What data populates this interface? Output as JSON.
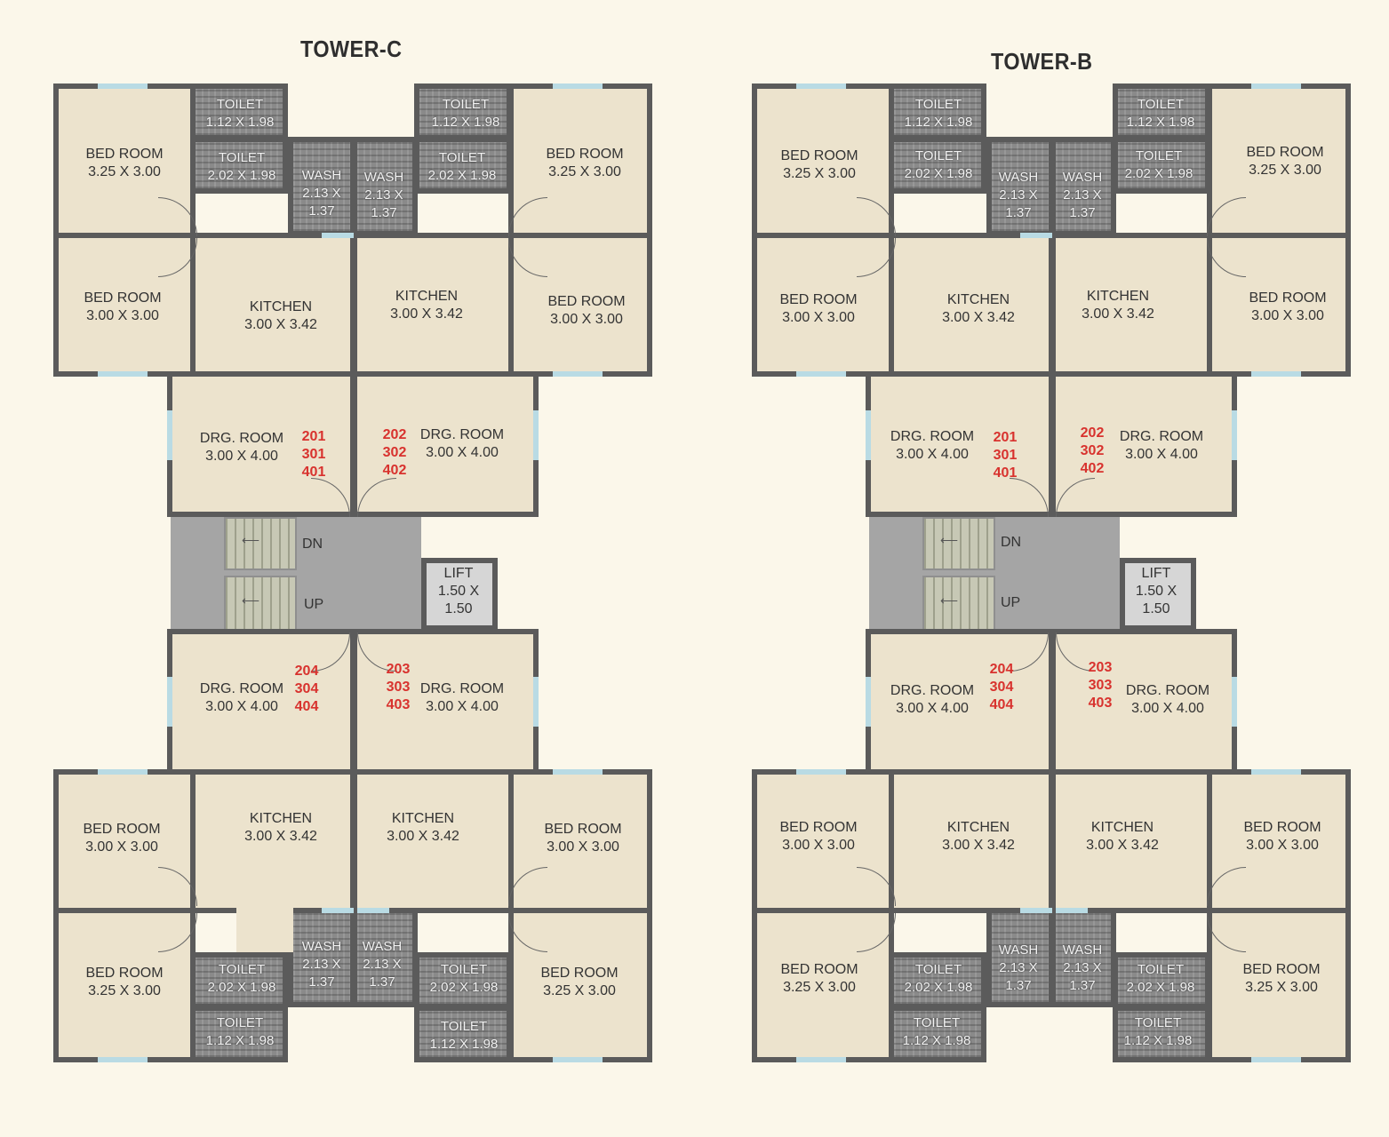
{
  "towers": [
    {
      "title": "TOWER-C",
      "units": {
        "top_left": [
          "201",
          "301",
          "401"
        ],
        "top_right": [
          "202",
          "302",
          "402"
        ],
        "bottom_left": [
          "204",
          "304",
          "404"
        ],
        "bottom_right": [
          "203",
          "303",
          "403"
        ]
      },
      "stairs": {
        "down": "DN",
        "up": "UP"
      },
      "lift": {
        "name": "LIFT",
        "dim1": "1.50 X",
        "dim2": "1.50"
      },
      "rooms": {
        "tl_toilet_small": {
          "name": "TOILET",
          "dim": "1.12 X 1.98"
        },
        "tl_toilet": {
          "name": "TOILET",
          "dim": "2.02 X 1.98"
        },
        "tl_wash": {
          "name": "WASH",
          "dim1": "2.13 X",
          "dim2": "1.37"
        },
        "tl_bed1": {
          "name": "BED ROOM",
          "dim": "3.25 X 3.00"
        },
        "tl_bed2": {
          "name": "BED ROOM",
          "dim": "3.00 X 3.00"
        },
        "tl_kitchen": {
          "name": "KITCHEN",
          "dim": "3.00 X 3.42"
        },
        "tl_drg": {
          "name": "DRG. ROOM",
          "dim": "3.00 X 4.00"
        },
        "tr_toilet_small": {
          "name": "TOILET",
          "dim": "1.12 X 1.98"
        },
        "tr_toilet": {
          "name": "TOILET",
          "dim": "2.02 X 1.98"
        },
        "tr_wash": {
          "name": "WASH",
          "dim1": "2.13 X",
          "dim2": "1.37"
        },
        "tr_bed1": {
          "name": "BED ROOM",
          "dim": "3.25 X 3.00"
        },
        "tr_bed2": {
          "name": "BED ROOM",
          "dim": "3.00 X 3.00"
        },
        "tr_kitchen": {
          "name": "KITCHEN",
          "dim": "3.00 X 3.42"
        },
        "tr_drg": {
          "name": "DRG. ROOM",
          "dim": "3.00 X 4.00"
        },
        "bl_drg": {
          "name": "DRG. ROOM",
          "dim": "3.00 X 4.00"
        },
        "bl_bed2": {
          "name": "BED ROOM",
          "dim": "3.00 X 3.00"
        },
        "bl_kitchen": {
          "name": "KITCHEN",
          "dim": "3.00 X 3.42"
        },
        "bl_bed1": {
          "name": "BED ROOM",
          "dim": "3.25 X 3.00"
        },
        "bl_wash": {
          "name": "WASH",
          "dim1": "2.13 X",
          "dim2": "1.37"
        },
        "bl_toilet": {
          "name": "TOILET",
          "dim": "2.02 X 1.98"
        },
        "bl_toilet_small": {
          "name": "TOILET",
          "dim": "1.12 X 1.98"
        },
        "br_drg": {
          "name": "DRG. ROOM",
          "dim": "3.00 X 4.00"
        },
        "br_bed2": {
          "name": "BED ROOM",
          "dim": "3.00 X 3.00"
        },
        "br_kitchen": {
          "name": "KITCHEN",
          "dim": "3.00 X 3.42"
        },
        "br_bed1": {
          "name": "BED ROOM",
          "dim": "3.25 X 3.00"
        },
        "br_wash": {
          "name": "WASH",
          "dim1": "2.13 X",
          "dim2": "1.37"
        },
        "br_toilet": {
          "name": "TOILET",
          "dim": "2.02 X 1.98"
        },
        "br_toilet_small": {
          "name": "TOILET",
          "dim": "1.12 X 1.98"
        }
      }
    },
    {
      "title": "TOWER-B",
      "units": {
        "top_left": [
          "201",
          "301",
          "401"
        ],
        "top_right": [
          "202",
          "302",
          "402"
        ],
        "bottom_left": [
          "204",
          "304",
          "404"
        ],
        "bottom_right": [
          "203",
          "303",
          "403"
        ]
      },
      "stairs": {
        "down": "DN",
        "up": "UP"
      },
      "lift": {
        "name": "LIFT",
        "dim1": "1.50 X",
        "dim2": "1.50"
      },
      "rooms": {
        "tl_toilet_small": {
          "name": "TOILET",
          "dim": "1.12 X 1.98"
        },
        "tl_toilet": {
          "name": "TOILET",
          "dim": "2.02 X 1.98"
        },
        "tl_wash": {
          "name": "WASH",
          "dim1": "2.13 X",
          "dim2": "1.37"
        },
        "tl_bed1": {
          "name": "BED ROOM",
          "dim": "3.25 X 3.00"
        },
        "tl_bed2": {
          "name": "BED ROOM",
          "dim": "3.00 X 3.00"
        },
        "tl_kitchen": {
          "name": "KITCHEN",
          "dim": "3.00 X 3.42"
        },
        "tl_drg": {
          "name": "DRG. ROOM",
          "dim": "3.00 X 4.00"
        },
        "tr_toilet_small": {
          "name": "TOILET",
          "dim": "1.12 X 1.98"
        },
        "tr_toilet": {
          "name": "TOILET",
          "dim": "2.02 X 1.98"
        },
        "tr_wash": {
          "name": "WASH",
          "dim1": "2.13 X",
          "dim2": "1.37"
        },
        "tr_bed1": {
          "name": "BED ROOM",
          "dim": "3.25 X 3.00"
        },
        "tr_bed2": {
          "name": "BED ROOM",
          "dim": "3.00 X 3.00"
        },
        "tr_kitchen": {
          "name": "KITCHEN",
          "dim": "3.00 X 3.42"
        },
        "tr_drg": {
          "name": "DRG. ROOM",
          "dim": "3.00 X 4.00"
        },
        "bl_drg": {
          "name": "DRG. ROOM",
          "dim": "3.00 X 4.00"
        },
        "bl_bed2": {
          "name": "BED ROOM",
          "dim": "3.00 X 3.00"
        },
        "bl_kitchen": {
          "name": "KITCHEN",
          "dim": "3.00 X 3.42"
        },
        "bl_bed1": {
          "name": "BED ROOM",
          "dim": "3.25 X 3.00"
        },
        "bl_wash": {
          "name": "WASH",
          "dim1": "2.13 X",
          "dim2": "1.37"
        },
        "bl_toilet": {
          "name": "TOILET",
          "dim": "2.02 X 1.98"
        },
        "bl_toilet_small": {
          "name": "TOILET",
          "dim": "1.12 X 1.98"
        },
        "br_drg": {
          "name": "DRG. ROOM",
          "dim": "3.00 X 4.00"
        },
        "br_bed2": {
          "name": "BED ROOM",
          "dim": "3.00 X 3.00"
        },
        "br_kitchen": {
          "name": "KITCHEN",
          "dim": "3.00 X 3.42"
        },
        "br_bed1": {
          "name": "BED ROOM",
          "dim": "3.25 X 3.00"
        },
        "br_wash": {
          "name": "WASH",
          "dim1": "2.13 X",
          "dim2": "1.37"
        },
        "br_toilet": {
          "name": "TOILET",
          "dim": "2.02 X 1.98"
        },
        "br_toilet_small": {
          "name": "TOILET",
          "dim": "1.12 X 1.98"
        }
      }
    }
  ]
}
